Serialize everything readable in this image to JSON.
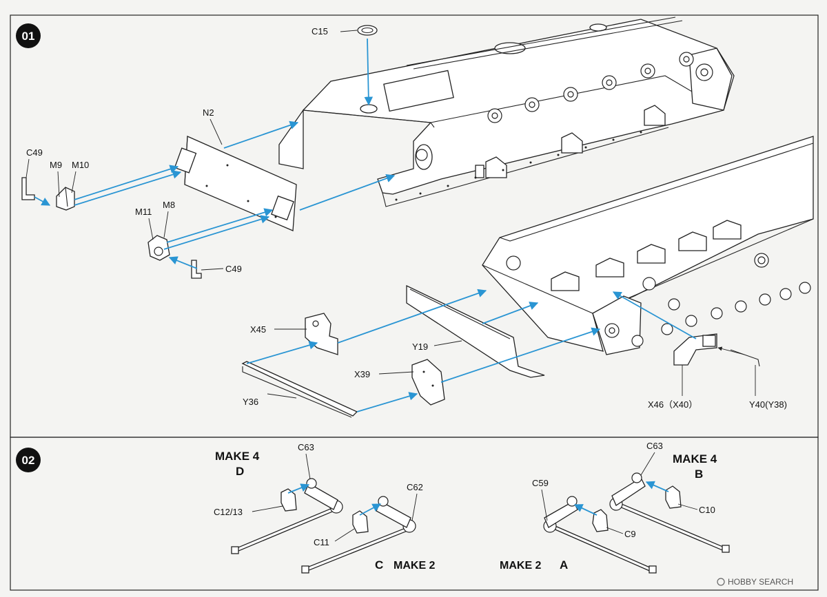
{
  "steps": [
    {
      "number": "01"
    },
    {
      "number": "02"
    }
  ],
  "step1_labels": {
    "c15": "C15",
    "n2": "N2",
    "c49_top": "C49",
    "m9": "M9",
    "m10": "M10",
    "m11": "M11",
    "m8": "M8",
    "c49_bottom": "C49",
    "x45": "X45",
    "y19": "Y19",
    "x39": "X39",
    "y36": "Y36",
    "x46": "X46（X40）",
    "y40": "Y40(Y38)"
  },
  "step2_labels": {
    "make4_d": "MAKE 4",
    "d": "D",
    "c63_left": "C63",
    "c62": "C62",
    "c12_13": "C12/13",
    "c11": "C11",
    "c_make2_letter": "C",
    "c_make2_text": "MAKE 2",
    "make2_a_text": "MAKE 2",
    "make2_a_letter": "A",
    "c59": "C59",
    "c9": "C9",
    "c63_right": "C63",
    "make4_b": "MAKE 4",
    "b": "B",
    "c10": "C10"
  },
  "watermark": {
    "text": "HOBBY SEARCH"
  },
  "colors": {
    "arrow": "#2a95d3",
    "line": "#222222",
    "background": "#f4f4f2"
  }
}
